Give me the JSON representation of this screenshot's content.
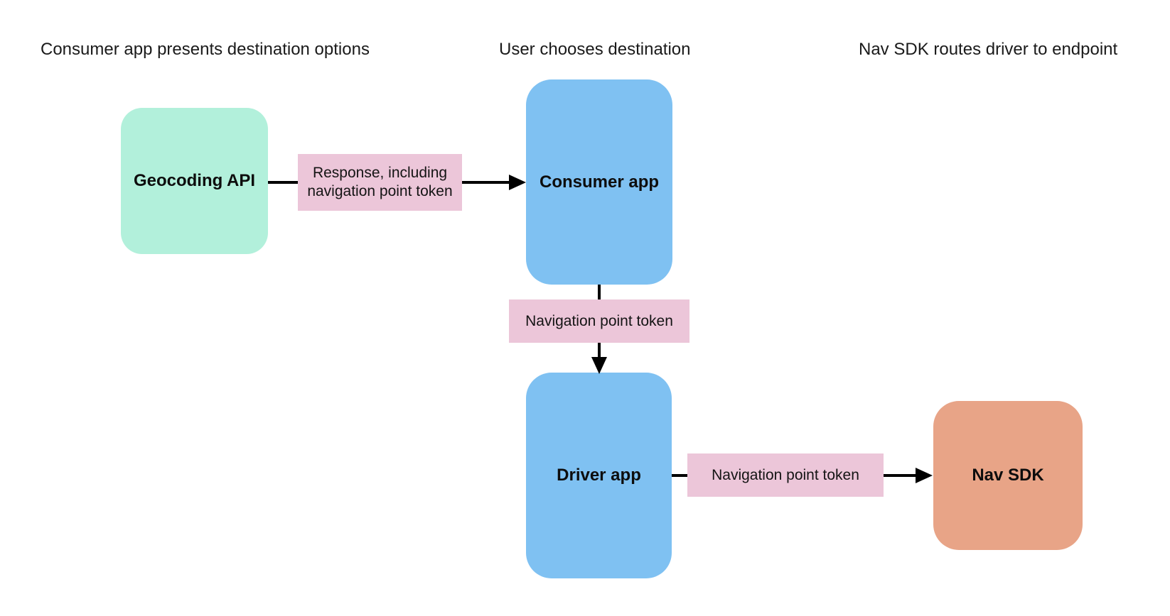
{
  "diagram": {
    "background": "#ffffff",
    "lanes": [
      {
        "label": "Consumer app presents destination options"
      },
      {
        "label": "User chooses destination"
      },
      {
        "label": "Nav SDK routes driver to endpoint"
      }
    ],
    "nodes": [
      {
        "id": "geocoding-api",
        "label": "Geocoding API",
        "fill": "#b2f0db"
      },
      {
        "id": "consumer-app",
        "label": "Consumer app",
        "fill": "#7fc1f2"
      },
      {
        "id": "driver-app",
        "label": "Driver app",
        "fill": "#7fc1f2"
      },
      {
        "id": "nav-sdk",
        "label": "Nav SDK",
        "fill": "#e8a487"
      }
    ],
    "edges": [
      {
        "from": "geocoding-api",
        "to": "consumer-app",
        "label": "Response, including navigation point token"
      },
      {
        "from": "consumer-app",
        "to": "driver-app",
        "label": "Navigation point token"
      },
      {
        "from": "driver-app",
        "to": "nav-sdk",
        "label": "Navigation point token"
      }
    ],
    "colors": {
      "edge_label_bg": "#ecc6d9",
      "arrow": "#000000",
      "text": "#1a1a1a"
    }
  }
}
